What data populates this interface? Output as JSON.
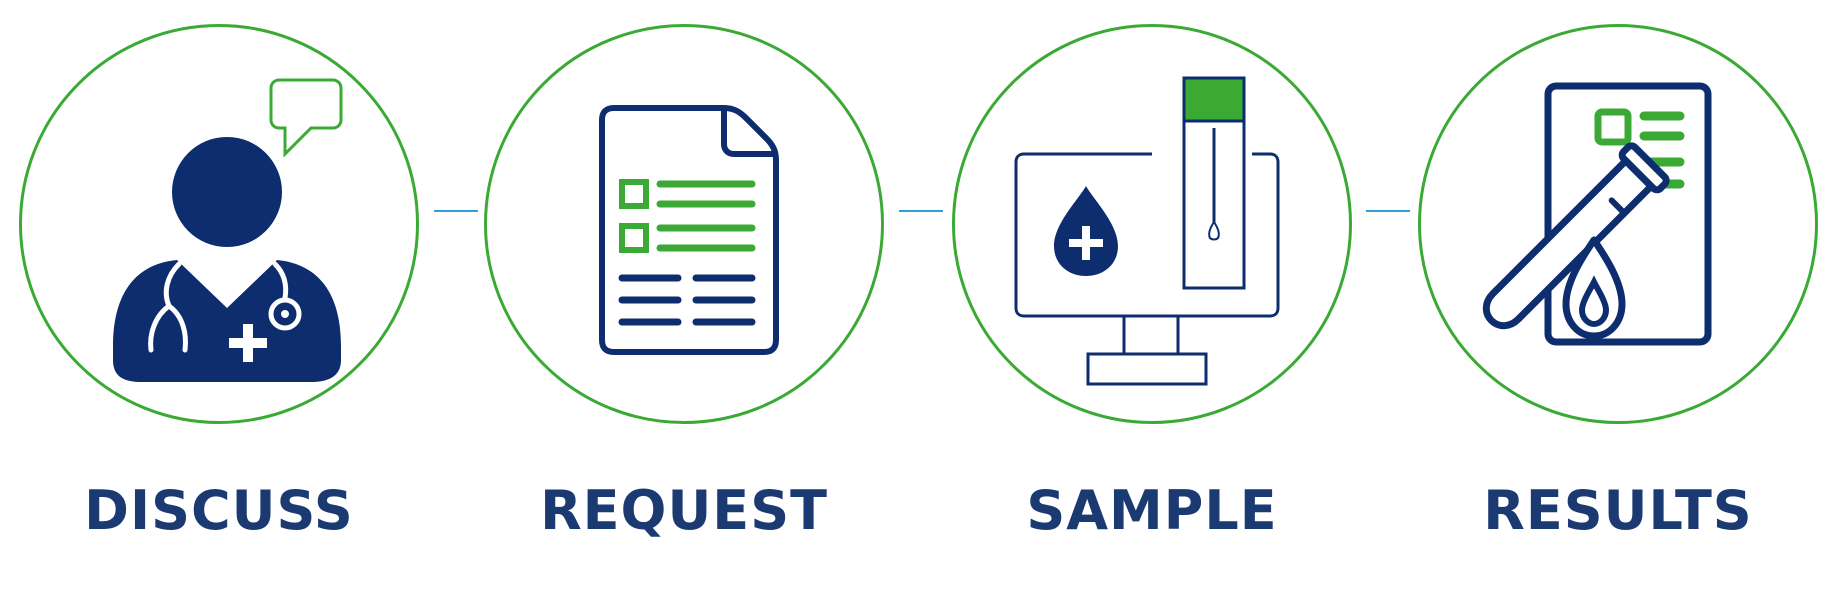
{
  "steps": [
    {
      "label": "DISCUSS",
      "icon": "doctor-with-speech-bubble-icon"
    },
    {
      "label": "REQUEST",
      "icon": "request-form-document-icon"
    },
    {
      "label": "SAMPLE",
      "icon": "computer-blood-sample-tube-icon"
    },
    {
      "label": "RESULTS",
      "icon": "results-report-test-tube-icon"
    }
  ],
  "colors": {
    "navy": "#0d2d6e",
    "green": "#3aaa35",
    "connector": "#2f9fd9",
    "label": "#1b3a72"
  }
}
